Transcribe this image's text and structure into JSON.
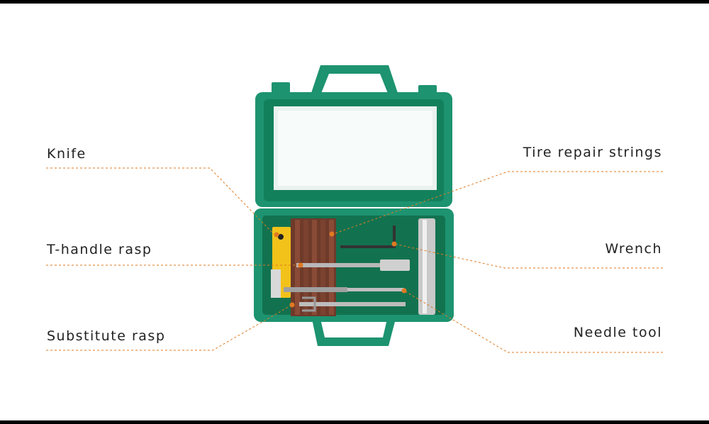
{
  "labels": {
    "knife": "Knife",
    "t_handle_rasp": "T-handle rasp",
    "substitute_rasp": "Substitute rasp",
    "tire_repair_strings": "Tire repair strings",
    "wrench": "Wrench",
    "needle_tool": "Needle tool"
  },
  "colors": {
    "case_green": "#1d9370",
    "case_dark": "#12724f",
    "leader_line": "#e07a22",
    "marker_dot": "#e07a22",
    "strings_brown": "#6e3a2a",
    "knife_yellow": "#f2c21a"
  }
}
